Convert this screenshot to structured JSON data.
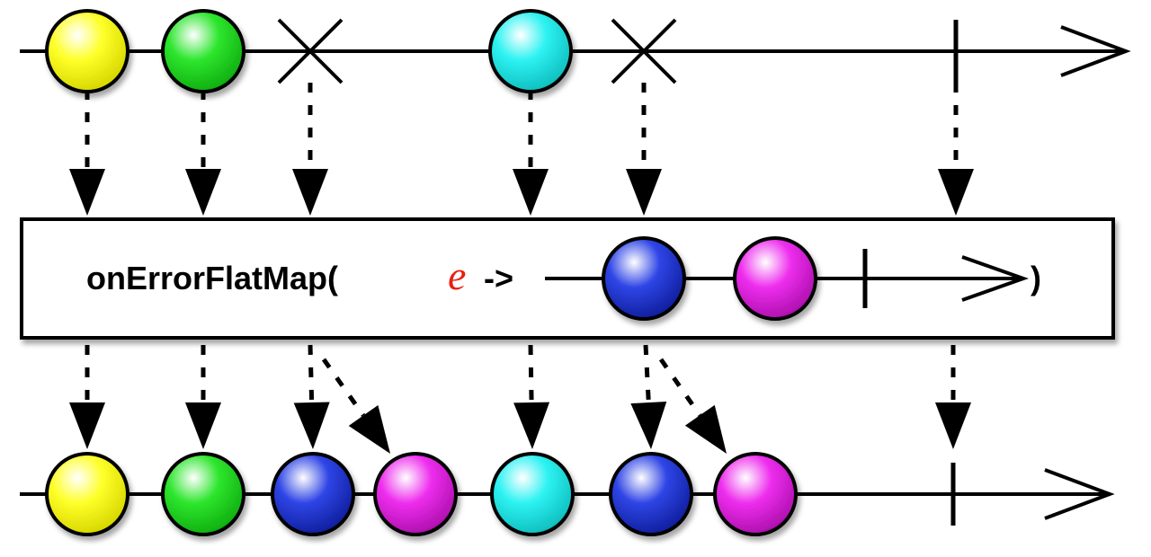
{
  "operator": {
    "prefix": "onErrorFlatMap(",
    "param": "e",
    "arrow": "->",
    "suffix": ")"
  },
  "colors": {
    "yellow": "#ffff2a",
    "green": "#2ee62e",
    "cyan": "#2ef2f2",
    "blue": "#2f45e6",
    "magenta": "#ee2eee",
    "line": "#000000",
    "box_fill": "#ffffff",
    "param": "#e8200e"
  },
  "source_timeline": {
    "events": [
      {
        "kind": "item",
        "color": "yellow"
      },
      {
        "kind": "item",
        "color": "green"
      },
      {
        "kind": "error"
      },
      {
        "kind": "item",
        "color": "cyan"
      },
      {
        "kind": "error"
      },
      {
        "kind": "complete"
      }
    ]
  },
  "inner_timeline": {
    "events": [
      {
        "kind": "item",
        "color": "blue"
      },
      {
        "kind": "item",
        "color": "magenta"
      },
      {
        "kind": "complete"
      }
    ]
  },
  "result_timeline": {
    "events": [
      {
        "kind": "item",
        "color": "yellow"
      },
      {
        "kind": "item",
        "color": "green"
      },
      {
        "kind": "item",
        "color": "blue"
      },
      {
        "kind": "item",
        "color": "magenta"
      },
      {
        "kind": "item",
        "color": "cyan"
      },
      {
        "kind": "item",
        "color": "blue"
      },
      {
        "kind": "item",
        "color": "magenta"
      },
      {
        "kind": "complete"
      }
    ]
  }
}
